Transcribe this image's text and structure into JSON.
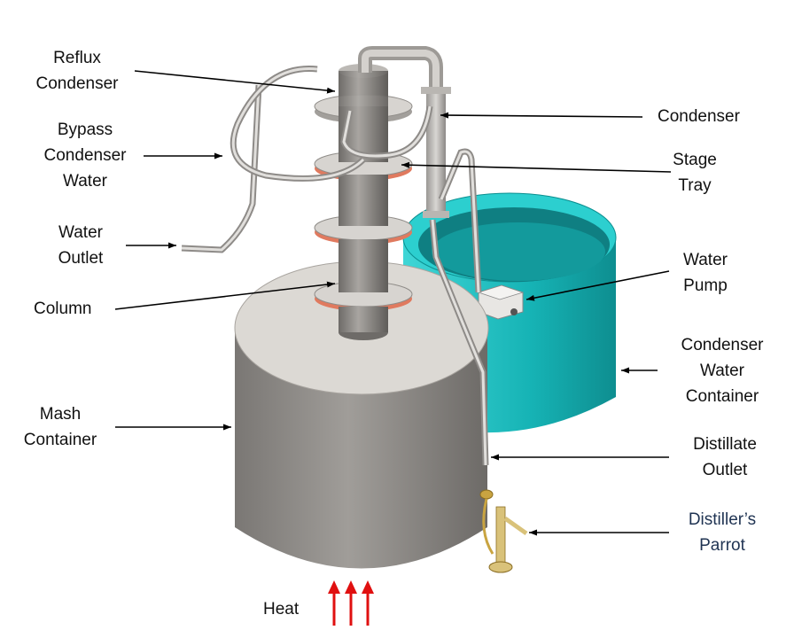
{
  "labels": {
    "reflux_condenser": "Reflux\nCondenser",
    "bypass_condenser_water": "Bypass\nCondenser\nWater",
    "water_outlet": "Water\nOutlet",
    "column": "Column",
    "mash_container": "Mash\nContainer",
    "heat": "Heat",
    "condenser": "Condenser",
    "stage_tray": "Stage\nTray",
    "water_pump": "Water\nPump",
    "condenser_water_container": "Condenser\nWater\nContainer",
    "distillate_outlet": "Distillate\nOutlet",
    "distillers_parrot": "Distiller’s\nParrot"
  },
  "colors": {
    "label_text": "#111111",
    "parrot_label_text": "#1f3352",
    "mash_container": "#8f8c88",
    "water_container": "#1fbfbf",
    "tray_gasket": "#e07a5f",
    "parrot_brass": "#d9c27a",
    "heat_arrows": "#e01010"
  },
  "icons": {
    "heat": "red-up-arrow-icon"
  }
}
